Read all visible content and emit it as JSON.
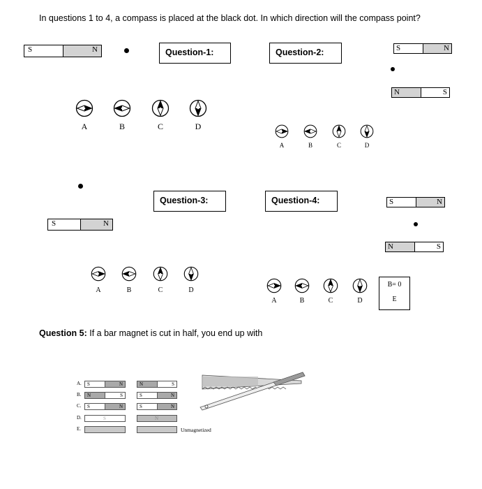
{
  "instructions": "In questions 1 to 4, a compass is placed at the black dot. In which direction will the compass point?",
  "questions": {
    "q1": "Question-1:",
    "q2": "Question-2:",
    "q3": "Question-3:",
    "q4": "Question-4:"
  },
  "magnet_labels": {
    "south": "S",
    "north": "N"
  },
  "options": [
    "A",
    "B",
    "C",
    "D"
  ],
  "extra_box": {
    "line1": "B= 0",
    "line2": "E"
  },
  "question5": {
    "label": "Question 5:",
    "text": " If a bar magnet is cut in half, you end up with"
  },
  "q5_options": {
    "letters": [
      "A.",
      "B.",
      "C.",
      "D.",
      "E."
    ],
    "unmagnetized": "Unmagnetized"
  }
}
